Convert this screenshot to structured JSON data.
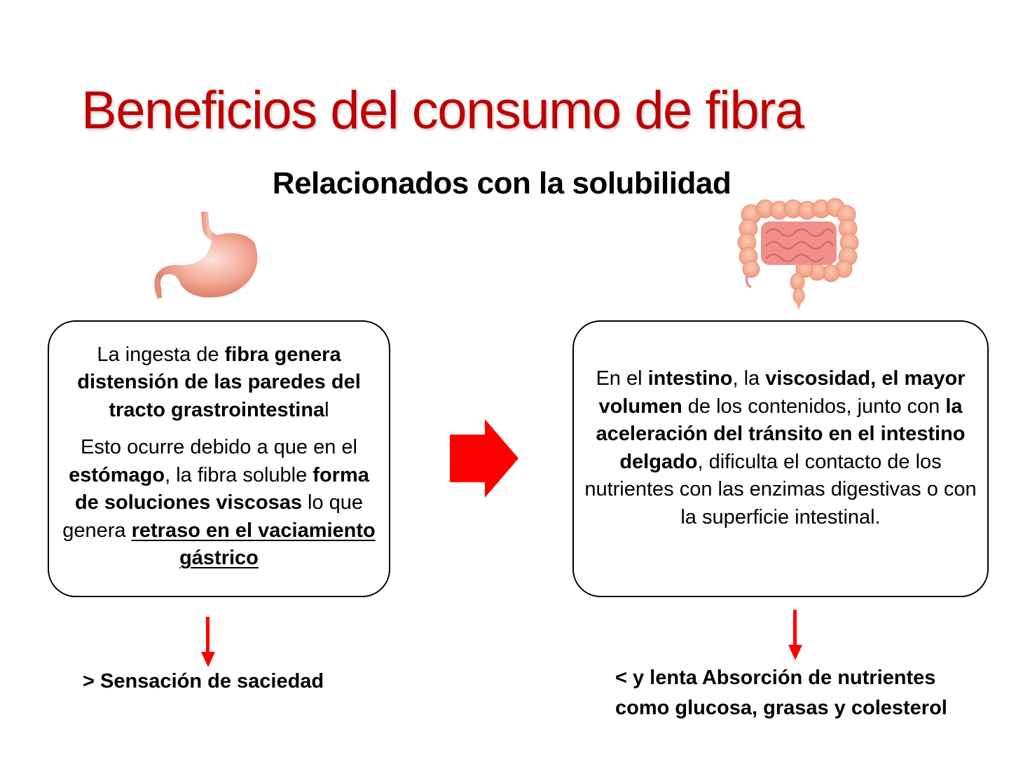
{
  "slide": {
    "title": "Beneficios del consumo de fibra",
    "subtitle": "Relacionados con la solubilidad",
    "colors": {
      "title": "#c00000",
      "arrow": "#ff0000",
      "text": "#000000",
      "box_border": "#000000",
      "background": "#ffffff"
    }
  },
  "illustrations": {
    "left": "stomach-illustration",
    "right": "intestine-illustration"
  },
  "left_box": {
    "p1": {
      "t1": "La ingesta de ",
      "b1": "fibra genera distensión de las paredes del tracto grastrointestina",
      "t2": "l"
    },
    "p2": {
      "t1": "Esto ocurre debido a que en el ",
      "b1": "estómago",
      "t2": ",  la fibra soluble ",
      "b2": "forma de soluciones viscosas",
      "t3": " lo que genera ",
      "bu1": "retraso en el vaciamiento gástrico"
    }
  },
  "right_box": {
    "t1": "En el ",
    "b1": "intestino",
    "t2": ", la ",
    "b2": "viscosidad, el mayor volumen",
    "t3": "  de los contenidos, junto con ",
    "b3": "la aceleración del tránsito en el intestino delgado",
    "t4": ", dificulta el contacto de los nutrientes con las enzimas digestivas o con la superficie intestinal."
  },
  "connector": {
    "icon": "right-arrow-icon"
  },
  "results": {
    "left": "> Sensación de saciedad",
    "right_line1": "<  y lenta Absorción de nutrientes",
    "right_line2": "como glucosa, grasas y colesterol"
  }
}
